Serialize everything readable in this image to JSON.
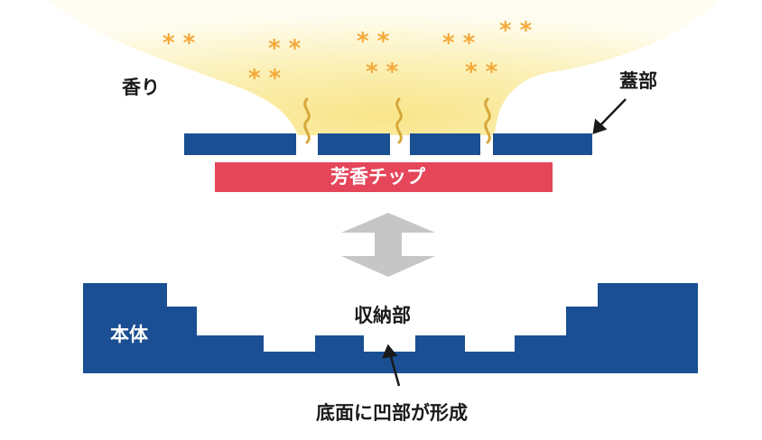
{
  "labels": {
    "aroma": "香り",
    "lid": "蓋部",
    "chip": "芳香チップ",
    "body": "本体",
    "storage": "収納部",
    "bottom_note": "底面に凹部が形成"
  },
  "colors": {
    "lid_blue": "#1b4f93",
    "body_blue": "#1b4f93",
    "chip_red": "#e5465a",
    "aroma_yellow": "#fbf0b6",
    "aroma_glow": "#f9e58a",
    "star_orange": "#f4a93b",
    "arrow_gray": "#c6c6c6",
    "text_dark": "#1a1a1a"
  },
  "icons": {
    "aroma_particles": "asterisk-icon",
    "steam": "wavy-steam-icon",
    "motion": "double-arrow-icon",
    "pointer": "leader-arrow-icon"
  }
}
